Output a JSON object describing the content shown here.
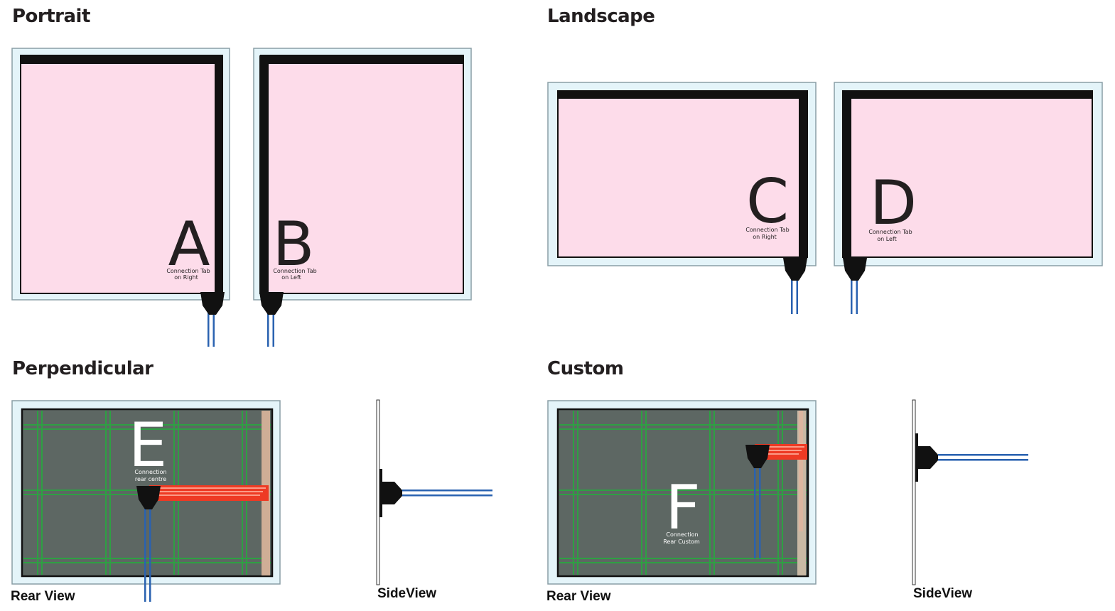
{
  "sections": {
    "portrait": "Portrait",
    "landscape": "Landscape",
    "perpendicular": "Perpendicular",
    "custom": "Custom"
  },
  "panels": {
    "a": {
      "letter": "A",
      "line1": "Connection Tab",
      "line2": "on Right"
    },
    "b": {
      "letter": "B",
      "line1": "Connection Tab",
      "line2": "on Left"
    },
    "c": {
      "letter": "C",
      "line1": "Connection Tab",
      "line2": "on Right"
    },
    "d": {
      "letter": "D",
      "line1": "Connection Tab",
      "line2": "on Left"
    },
    "e": {
      "letter": "E",
      "line1": "Connection",
      "line2": "rear centre"
    },
    "f": {
      "letter": "F",
      "line1": "Connection",
      "line2": "Rear Custom"
    }
  },
  "captions": {
    "rear_view_1": "Rear View",
    "side_view_1": "SideView",
    "rear_view_2": "Rear View",
    "side_view_2": "SideView"
  },
  "colors": {
    "frame_fill": "#e4f4f9",
    "screen_fill": "#fddcea",
    "rear_fill": "#5d6763",
    "grid_line": "#2ea043",
    "cable_blue": "#2a62b0",
    "flex_red": "#ee3a24"
  }
}
